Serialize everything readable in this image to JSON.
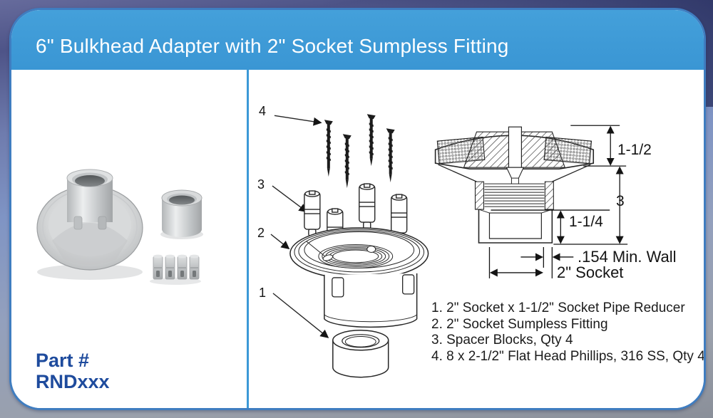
{
  "header": {
    "title": "6\" Bulkhead Adapter with 2\" Socket Sumpless Fitting"
  },
  "left_panel": {
    "part_label": "Part #",
    "part_number": "RNDxxx"
  },
  "diagram": {
    "callouts": {
      "reducer": "1",
      "fitting": "2",
      "spacers": "3",
      "screws": "4"
    },
    "dimensions": {
      "cap_height": "1-1/2",
      "overall_height": "3",
      "socket_depth": "1-1/4",
      "min_wall": ".154 Min. Wall",
      "socket_size": "2\" Socket"
    },
    "parts_list": [
      "1. 2\" Socket x 1-1/2\" Socket Pipe Reducer",
      "2. 2\" Socket Sumpless Fitting",
      "3. Spacer Blocks, Qty 4",
      "4. 8 x 2-1/2\" Flat Head Phillips, 316 SS, Qty 4"
    ]
  },
  "colors": {
    "header_bg": "#3c99d7",
    "card_border": "#3f7dc0",
    "part_number_text": "#1e4b9d"
  }
}
